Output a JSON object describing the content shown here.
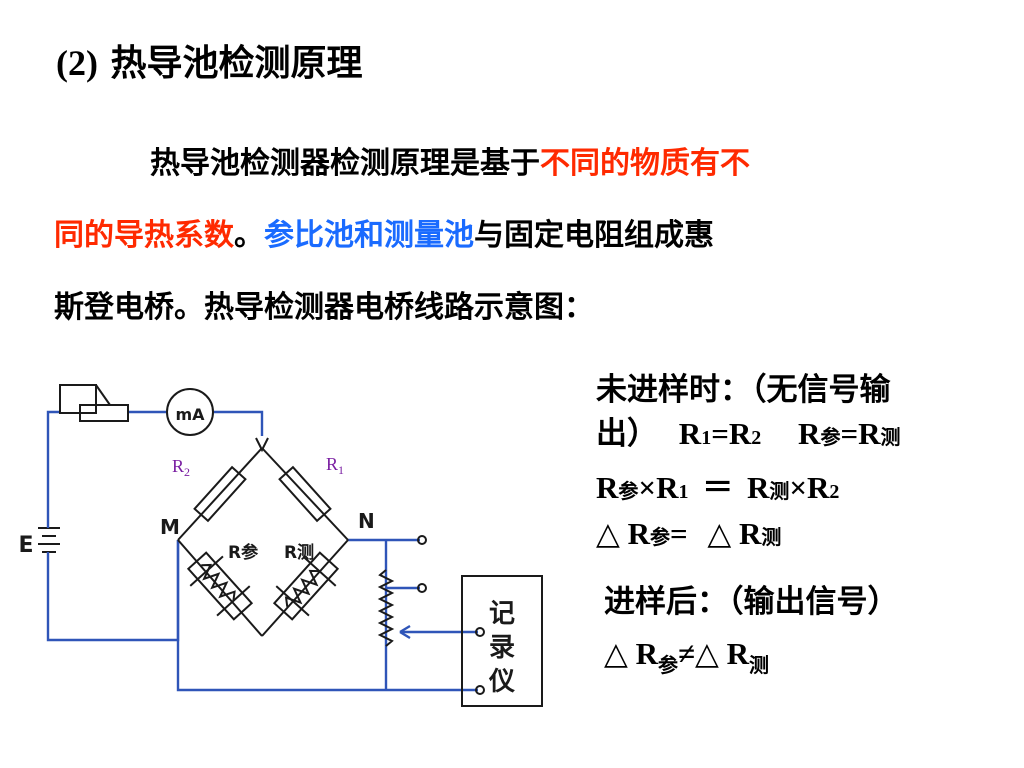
{
  "title": {
    "number": "(2)",
    "text": "热导池检测原理"
  },
  "paragraph": {
    "line1_plain": "热导池检测器检测原理是基于",
    "line1_red": "不同的物质有不",
    "line2_red": "同的导热系数",
    "line2_period": "。",
    "line2_blue": "参比池和测量池",
    "line2_rest": "与固定电阻组成惠",
    "line3": "斯登电桥。热导检测器电桥线路示意图："
  },
  "notes": {
    "before_label_1": "未进样时：（无信号输",
    "before_label_2": "出）",
    "r": "R",
    "one": "1",
    "two": "2",
    "eq": "=",
    "can": "参",
    "ce": "测",
    "times": "×",
    "eqwide": "＝",
    "delta": "△",
    "after_label": "进样后：（输出信号）",
    "neq": "≠"
  },
  "diagram": {
    "r2_label": "R",
    "r2_sub": "2",
    "r1_label": "R",
    "r1_sub": "1",
    "ma_label": "mA",
    "m_label": "M",
    "n_label": "N",
    "e_label": "E",
    "rcan_label": "R参",
    "rce_label": "R测",
    "recorder_chars": [
      "记",
      "录",
      "仪"
    ],
    "accent_color": "#2f55b8",
    "label_color": "#7a1fa2"
  }
}
